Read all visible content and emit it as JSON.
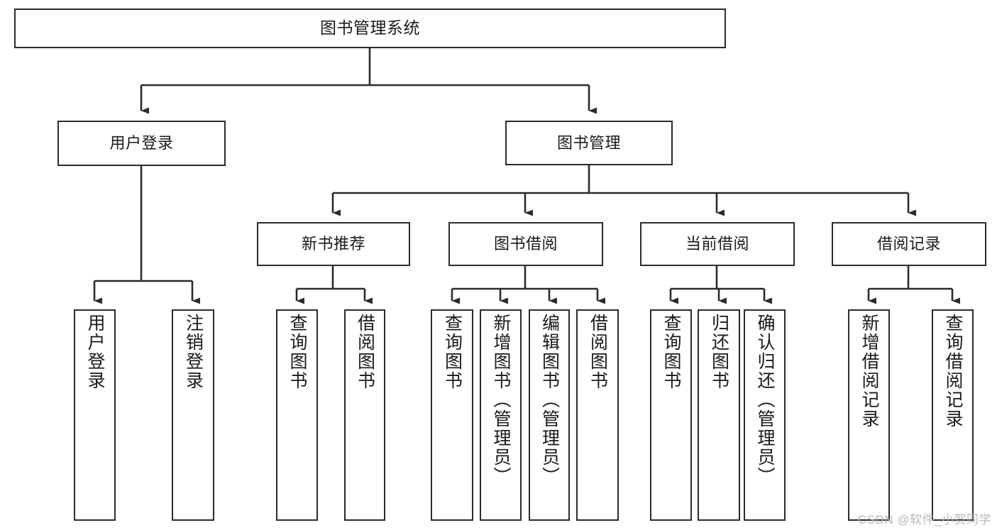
{
  "diagram": {
    "title": "图书管理系统",
    "type": "tree",
    "levels": {
      "root": "图书管理系统",
      "level2": [
        "用户登录",
        "图书管理"
      ],
      "level3": [
        "新书推荐",
        "图书借阅",
        "当前借阅",
        "借阅记录"
      ]
    },
    "nodes": {
      "root": {
        "label": "图书管理系统"
      },
      "user_login": {
        "label": "用户登录"
      },
      "book_manage": {
        "label": "图书管理"
      },
      "new_book_rec": {
        "label": "新书推荐"
      },
      "book_borrow": {
        "label": "图书借阅"
      },
      "current_borrow": {
        "label": "当前借阅"
      },
      "borrow_record": {
        "label": "借阅记录"
      },
      "leaf_user_login": {
        "label": "用户登录"
      },
      "leaf_logout": {
        "label": "注销登录"
      },
      "leaf_query_book_1": {
        "label": "查询图书"
      },
      "leaf_borrow_book_1": {
        "label": "借阅图书"
      },
      "leaf_query_book_2": {
        "label": "查询图书"
      },
      "leaf_add_book": {
        "label": "新增图书（管理员）"
      },
      "leaf_edit_book": {
        "label": "编辑图书（管理员）"
      },
      "leaf_borrow_book_2": {
        "label": "借阅图书"
      },
      "leaf_query_book_3": {
        "label": "查询图书"
      },
      "leaf_return_book": {
        "label": "归还图书"
      },
      "leaf_confirm_return": {
        "label": "确认归还（管理员）"
      },
      "leaf_add_record": {
        "label": "新增借阅记录"
      },
      "leaf_query_record": {
        "label": "查询借阅记录"
      }
    },
    "edges": [
      {
        "from": "root",
        "to": "user_login"
      },
      {
        "from": "root",
        "to": "book_manage"
      },
      {
        "from": "user_login",
        "to": "leaf_user_login"
      },
      {
        "from": "user_login",
        "to": "leaf_logout"
      },
      {
        "from": "book_manage",
        "to": "new_book_rec"
      },
      {
        "from": "book_manage",
        "to": "book_borrow"
      },
      {
        "from": "book_manage",
        "to": "current_borrow"
      },
      {
        "from": "book_manage",
        "to": "borrow_record"
      },
      {
        "from": "new_book_rec",
        "to": "leaf_query_book_1"
      },
      {
        "from": "new_book_rec",
        "to": "leaf_borrow_book_1"
      },
      {
        "from": "book_borrow",
        "to": "leaf_query_book_2"
      },
      {
        "from": "book_borrow",
        "to": "leaf_add_book"
      },
      {
        "from": "book_borrow",
        "to": "leaf_edit_book"
      },
      {
        "from": "book_borrow",
        "to": "leaf_borrow_book_2"
      },
      {
        "from": "current_borrow",
        "to": "leaf_query_book_3"
      },
      {
        "from": "current_borrow",
        "to": "leaf_return_book"
      },
      {
        "from": "current_borrow",
        "to": "leaf_confirm_return"
      },
      {
        "from": "borrow_record",
        "to": "leaf_add_record"
      },
      {
        "from": "borrow_record",
        "to": "leaf_query_record"
      }
    ],
    "colors": {
      "box_border": "#2b2b2b",
      "box_fill": "#ffffff",
      "connector": "#2b2b2b",
      "text": "#1a1a1a",
      "watermark": "#b9b9b9",
      "background": "#ffffff"
    }
  },
  "watermark": {
    "text": "CSDN @软件_小贺同学"
  }
}
